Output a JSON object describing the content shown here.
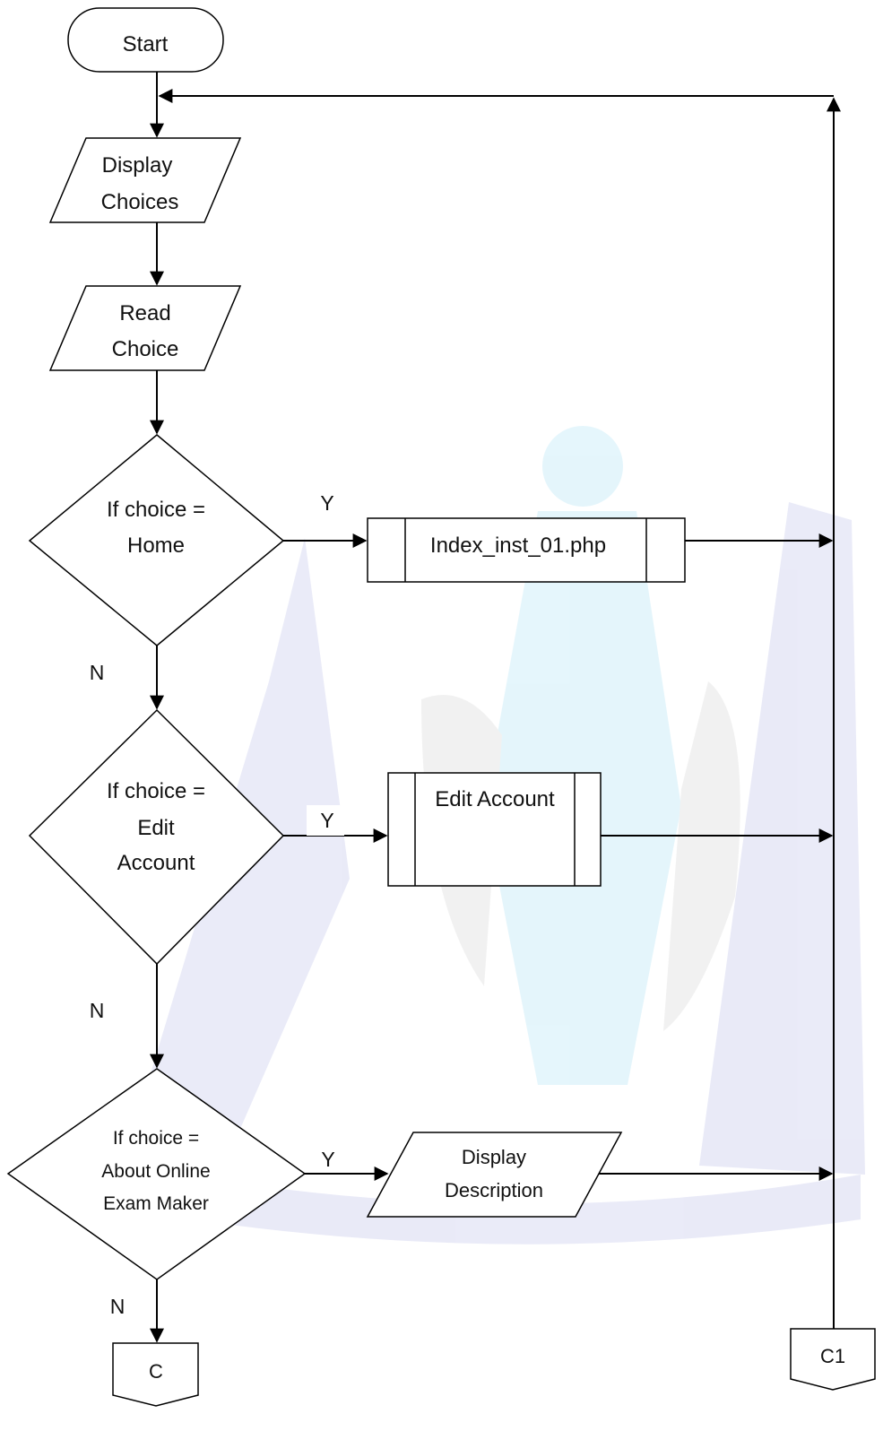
{
  "nodes": {
    "start": "Start",
    "display_choices": [
      "Display",
      "Choices"
    ],
    "read_choice": [
      "Read",
      "Choice"
    ],
    "decision_home": [
      "If choice =",
      "Home"
    ],
    "decision_edit": [
      "If choice =",
      "Edit",
      "Account"
    ],
    "decision_about": [
      "If choice =",
      "About Online",
      "Exam Maker"
    ],
    "proc_index": "Index_inst_01.php",
    "proc_edit": "Edit Account",
    "display_description": [
      "Display",
      "Description"
    ],
    "connector_c": "C",
    "connector_c1": "C1"
  },
  "edge_labels": {
    "yes": "Y",
    "no": "N"
  },
  "colors": {
    "line": "#000000",
    "watermark_blue": "#5a63c8",
    "watermark_cyan": "#37b8e8",
    "watermark_gray": "#9a9a9a"
  }
}
